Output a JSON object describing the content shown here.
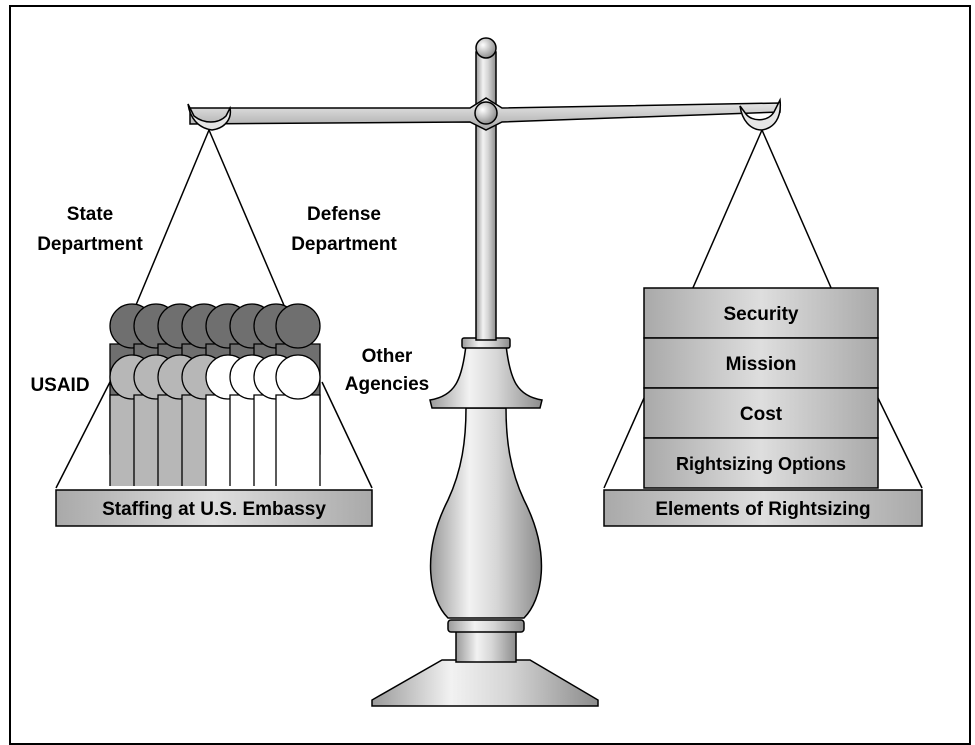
{
  "left_pan": {
    "top_labels": [
      "State",
      "Department",
      "Defense",
      "Department"
    ],
    "side_labels": [
      "USAID",
      "Other",
      "Agencies"
    ],
    "base_label": "Staffing at U.S. Embassy"
  },
  "right_pan": {
    "blocks": [
      "Security",
      "Mission",
      "Cost",
      "Rightsizing Options"
    ],
    "base_label": "Elements of Rightsizing"
  },
  "colors": {
    "dark_figure": "#6f6f6f",
    "mid_figure": "#b7b7b7",
    "light_figure": "#ffffff",
    "block_fill": "#c9c9c9",
    "metal": "#d8d8d8"
  }
}
